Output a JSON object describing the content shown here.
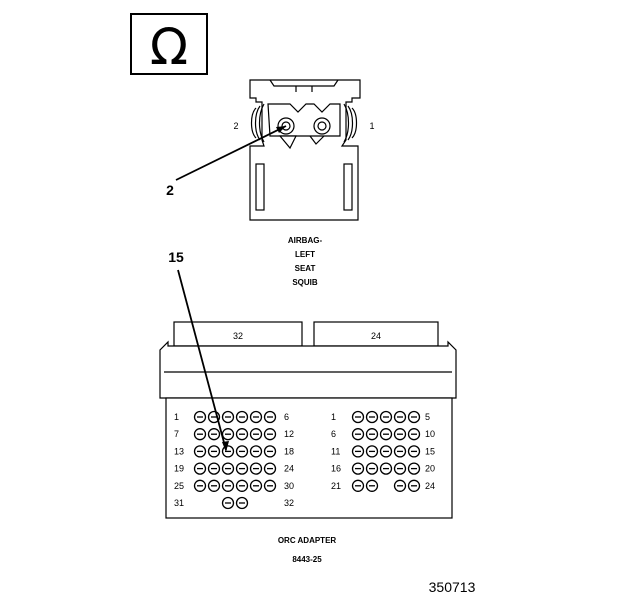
{
  "symbol": {
    "name": "ohm-symbol-icon",
    "glyph": "Ω"
  },
  "connector_top": {
    "pin_right_label": "1",
    "pin_left_label": "2",
    "callout_label": "2",
    "name_lines": [
      "AIRBAG-",
      "LEFT",
      "SEAT",
      "SQUIB"
    ]
  },
  "adapter": {
    "callout_label": "15",
    "tab_labels": [
      "32",
      "24"
    ],
    "left_block": {
      "rows": [
        {
          "start": "1",
          "end": "6",
          "pins": 6
        },
        {
          "start": "7",
          "end": "12",
          "pins": 6
        },
        {
          "start": "13",
          "end": "18",
          "pins": 6
        },
        {
          "start": "19",
          "end": "24",
          "pins": 6
        },
        {
          "start": "25",
          "end": "30",
          "pins": 6
        },
        {
          "start": "31",
          "end": "32",
          "pins": 2
        }
      ]
    },
    "right_block": {
      "rows": [
        {
          "start": "1",
          "end": "5",
          "pins": 5
        },
        {
          "start": "6",
          "end": "10",
          "pins": 5
        },
        {
          "start": "11",
          "end": "15",
          "pins": 5
        },
        {
          "start": "16",
          "end": "20",
          "pins": 5
        },
        {
          "start": "21",
          "end": "24",
          "pins": 4
        }
      ]
    },
    "name": "ORC ADAPTER",
    "part_number": "8443-25"
  },
  "figure_id": "350713",
  "colors": {
    "ink": "#000000",
    "paper": "#ffffff"
  }
}
